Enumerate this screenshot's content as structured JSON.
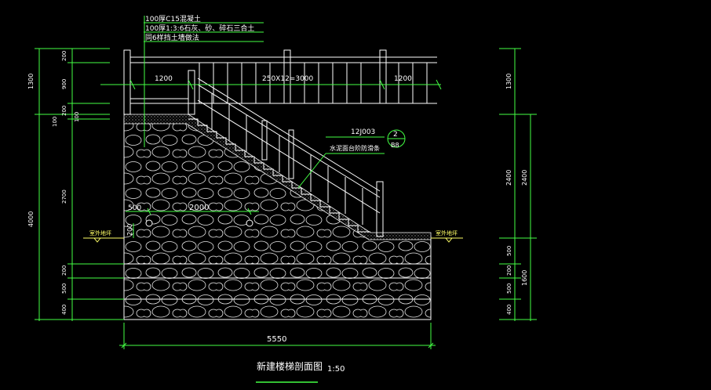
{
  "drawing": {
    "title": "新建楼梯剖面图",
    "scale": "1:50",
    "notes": [
      "100厚C15混凝土",
      "100厚1:3:6石灰、砂、碎石三合土",
      "同6样挡土墙做法"
    ],
    "callout": {
      "reference": "12J003",
      "detail_no": "2",
      "sheet_no": "B8",
      "label": "水泥面台阶防滑条"
    },
    "dims": {
      "top_left": "1200",
      "top_mid": "250X12=3000",
      "top_right": "1200",
      "bottom_total": "5550",
      "rock_500": "500",
      "rock_2000": "2000",
      "left_200": "200",
      "ground_label_left": "室外地坪",
      "ground_label_right": "室外地坪"
    },
    "left_dims": {
      "outer_1300": "1300",
      "outer_4000": "4000",
      "inner_200a": "200",
      "inner_900": "900",
      "inner_200b": "200",
      "inner_100a": "100",
      "inner_100b": "100",
      "inner_2700": "2700",
      "inner_200c": "200",
      "inner_500": "500",
      "inner_400": "400"
    },
    "right_dims": {
      "outer_1300": "1300",
      "outer_2400": "2400",
      "outer_500": "500",
      "outer_200": "200",
      "outer_500b": "500",
      "outer_400": "400",
      "inner_2400": "2400",
      "inner_1600": "1600"
    }
  }
}
